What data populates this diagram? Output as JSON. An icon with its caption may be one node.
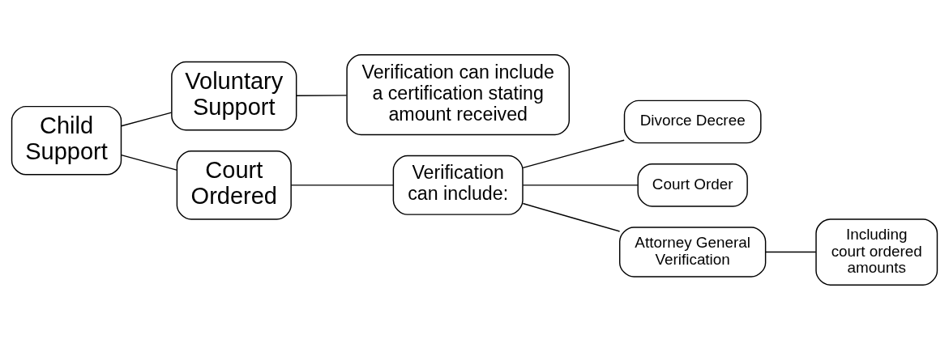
{
  "diagram": {
    "nodes": [
      {
        "text": [
          "Child Support"
        ]
      },
      {
        "text": [
          "Voluntary Support"
        ]
      },
      {
        "text": [
          "Verification can include a certification stating amount received"
        ]
      },
      {
        "text": [
          "Court Ordered"
        ]
      },
      {
        "text": [
          "Verification can include:"
        ]
      },
      {
        "text": [
          "Divorce Decree"
        ]
      },
      {
        "text": [
          "Court Order"
        ]
      },
      {
        "text": [
          "Attorney General Verification"
        ]
      },
      {
        "text": [
          "Including court ordered amounts"
        ]
      }
    ],
    "edges": [
      {
        "from": 0,
        "to": 1,
        "arrow": "none"
      },
      {
        "from": 1,
        "to": 2,
        "arrow": "none"
      },
      {
        "from": 0,
        "to": 3,
        "arrow": "none"
      },
      {
        "from": 3,
        "to": 4,
        "arrow": "none"
      },
      {
        "from": 4,
        "to": 5,
        "arrow": "none"
      },
      {
        "from": 4,
        "to": 6,
        "arrow": "none"
      },
      {
        "from": 4,
        "to": 7,
        "arrow": "none"
      },
      {
        "from": 7,
        "to": 8,
        "arrow": "none"
      }
    ]
  }
}
